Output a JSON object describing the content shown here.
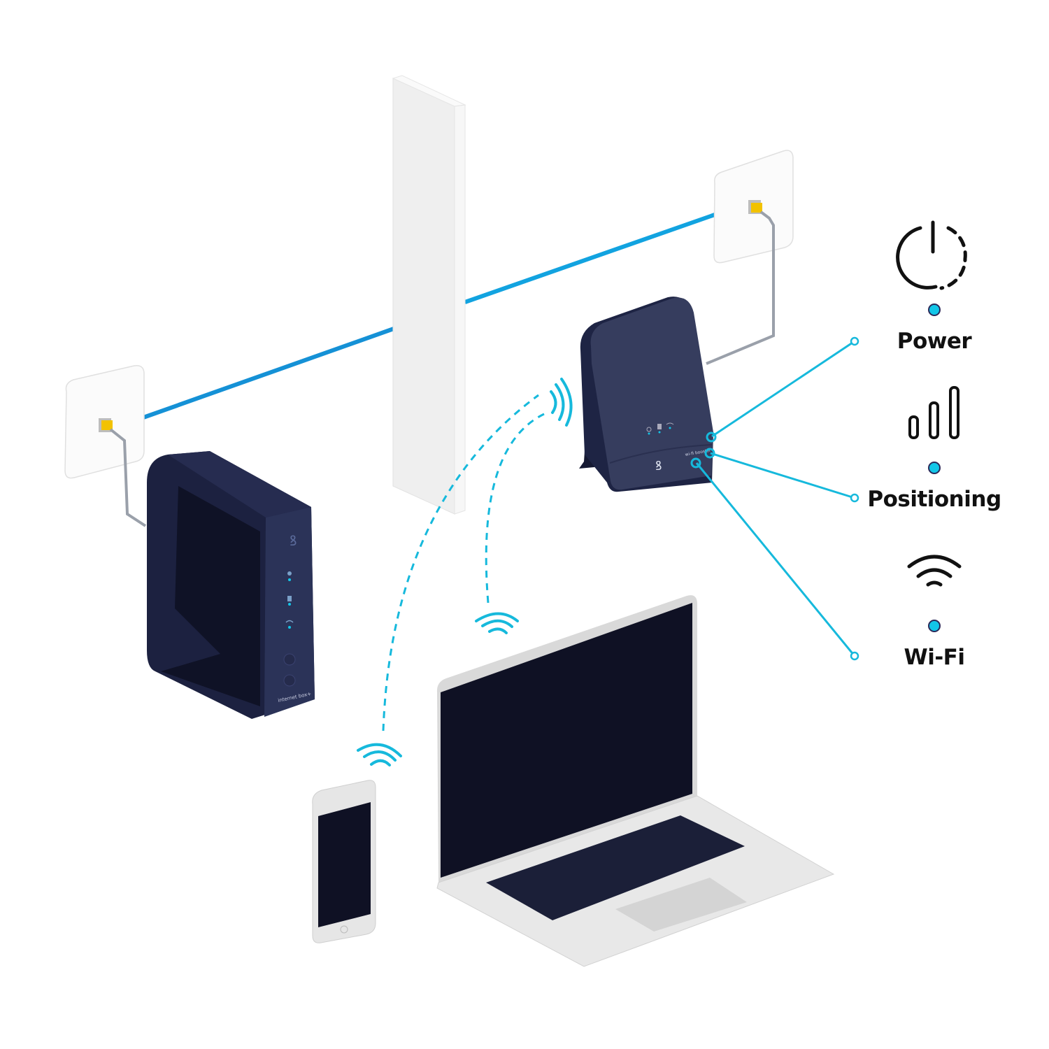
{
  "diagram": {
    "title": "Wi-Fi Booster installation",
    "colors": {
      "wifi_accent": "#16b9dc",
      "cable_blue": "#1591d6",
      "device_navy": "#20264a",
      "legend_text": "#111111",
      "led_fill": "#12c6e8"
    },
    "devices": {
      "main_router": {
        "label": "internet box+",
        "indicators": [
          "Internet",
          "Phone",
          "Wi-Fi"
        ],
        "buttons": [
          "wifi-button",
          "wps-button"
        ]
      },
      "booster": {
        "label": "wi-fi booster",
        "indicators": [
          "Power",
          "Positioning",
          "Wi-Fi"
        ]
      },
      "laptop": {
        "label": "Laptop"
      },
      "phone": {
        "label": "Smartphone"
      }
    },
    "legend": [
      {
        "id": "power",
        "icon": "power-icon",
        "label": "Power"
      },
      {
        "id": "positioning",
        "icon": "signal-bars-icon",
        "label": "Positioning"
      },
      {
        "id": "wifi",
        "icon": "wifi-icon",
        "label": "Wi-Fi"
      }
    ]
  }
}
